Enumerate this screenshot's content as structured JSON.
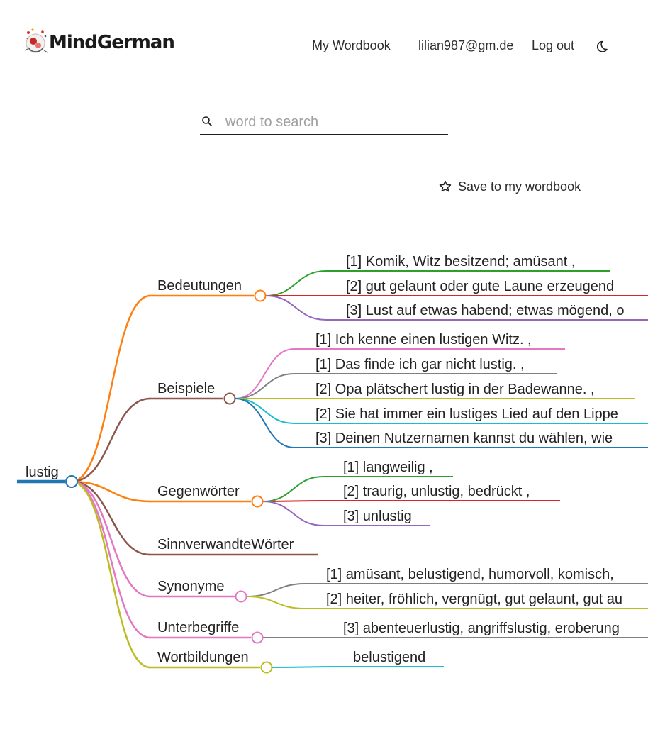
{
  "header": {
    "brand": "MindGerman",
    "nav": {
      "wordbook": "My Wordbook",
      "email": "lilian987@gm.de",
      "logout": "Log out"
    }
  },
  "search": {
    "placeholder": "word to search",
    "value": ""
  },
  "save": {
    "label": "Save to my wordbook"
  },
  "mindmap": {
    "root": "lustig",
    "rootColor": "#1f77b4",
    "branches": [
      {
        "label": "Bedeutungen",
        "color": "#ff7f0e",
        "children": [
          {
            "text": "[1] Komik, Witz besitzend; amüsant ,",
            "color": "#2ca02c"
          },
          {
            "text": "[2] gut gelaunt oder gute Laune erzeugend",
            "color": "#d62728"
          },
          {
            "text": "[3] Lust auf etwas habend; etwas mögend, o",
            "color": "#9467bd"
          }
        ]
      },
      {
        "label": "Beispiele",
        "color": "#8c564b",
        "children": [
          {
            "text": "[1] Ich kenne einen lustigen Witz. ,",
            "color": "#e377c2"
          },
          {
            "text": "[1] Das finde ich gar nicht lustig. ,",
            "color": "#7f7f7f"
          },
          {
            "text": "[2] Opa plätschert lustig in der Badewanne. ,",
            "color": "#bcbd22"
          },
          {
            "text": "[2] Sie hat immer ein lustiges Lied auf den Lippe",
            "color": "#17becf"
          },
          {
            "text": "[3] Deinen Nutzernamen kannst du wählen, wie",
            "color": "#1f77b4"
          }
        ]
      },
      {
        "label": "Gegenwörter",
        "color": "#ff7f0e",
        "children": [
          {
            "text": "[1] langweilig ,",
            "color": "#2ca02c"
          },
          {
            "text": "[2] traurig, unlustig, bedrückt ,",
            "color": "#d62728"
          },
          {
            "text": "[3] unlustig",
            "color": "#9467bd"
          }
        ]
      },
      {
        "label": "SinnverwandteWörter",
        "color": "#8c564b",
        "children": []
      },
      {
        "label": "Synonyme",
        "color": "#e377c2",
        "children": [
          {
            "text": "[1] amüsant, belustigend, humorvoll, komisch,",
            "color": "#7f7f7f"
          },
          {
            "text": "[2] heiter, fröhlich, vergnügt, gut gelaunt, gut au",
            "color": "#bcbd22"
          }
        ]
      },
      {
        "label": "Unterbegriffe",
        "color": "#e377c2",
        "children": [
          {
            "text": "[3] abenteuerlustig, angriffslustig, eroberung",
            "color": "#7f7f7f"
          }
        ]
      },
      {
        "label": "Wortbildungen",
        "color": "#bcbd22",
        "children": [
          {
            "text": "belustigend",
            "color": "#17becf"
          }
        ]
      }
    ]
  }
}
